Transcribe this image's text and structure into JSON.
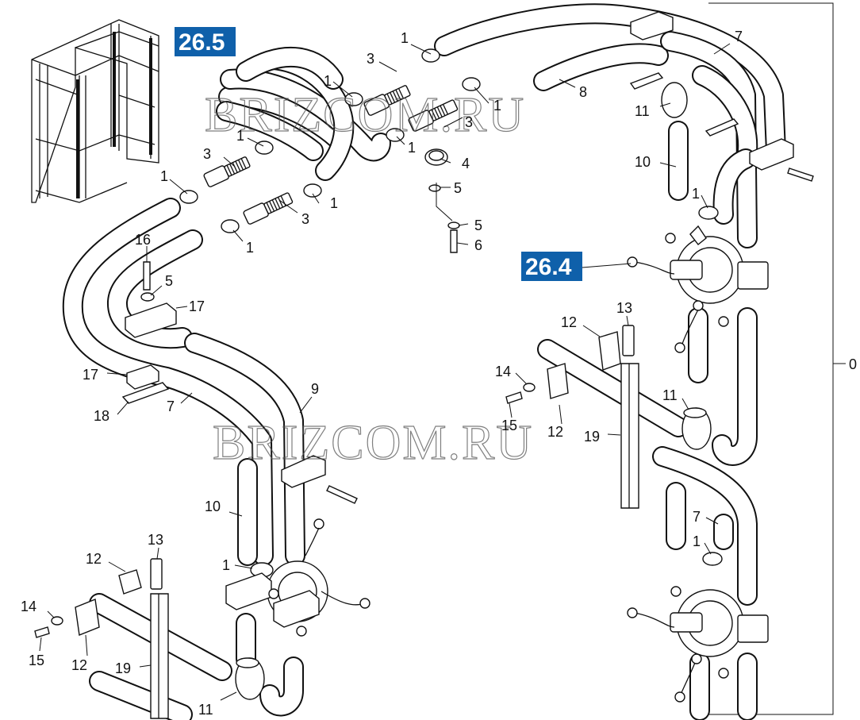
{
  "watermark": "BRIZCOM.RU",
  "reference_badges": {
    "top": "26.5",
    "right": "26.4"
  },
  "callouts": {
    "clamp": "1",
    "connector": "3",
    "hose_clamp": "4",
    "washer": "5",
    "screw": "6",
    "hose_long": "7",
    "hose_short": "8",
    "hose_bend": "9",
    "hose_straight": "10",
    "sleeve": "11",
    "clip_half": "12",
    "bracket": "13",
    "washer_small": "14",
    "bolt": "15",
    "bolt_long": "16",
    "holder": "17",
    "plate": "18",
    "rail": "19",
    "assembly": "0"
  },
  "colors": {
    "badge": "#0f60aa",
    "line": "#111111"
  }
}
